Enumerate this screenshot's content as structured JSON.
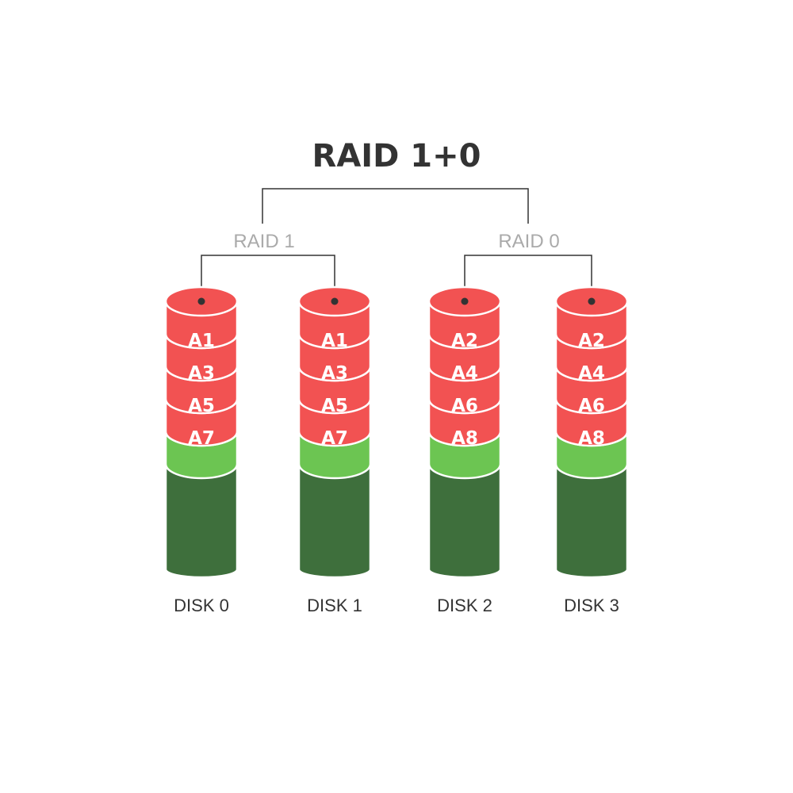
{
  "title": "RAID 1+0",
  "groups": [
    {
      "label": "RAID 1"
    },
    {
      "label": "RAID 0"
    }
  ],
  "disks": [
    {
      "label": "DISK 0",
      "blocks": [
        "A1",
        "A3",
        "A5"
      ],
      "tail_block": "A7"
    },
    {
      "label": "DISK 1",
      "blocks": [
        "A1",
        "A3",
        "A5"
      ],
      "tail_block": "A7"
    },
    {
      "label": "DISK 2",
      "blocks": [
        "A2",
        "A4",
        "A6"
      ],
      "tail_block": "A8"
    },
    {
      "label": "DISK 3",
      "blocks": [
        "A2",
        "A4",
        "A6"
      ],
      "tail_block": "A8"
    }
  ],
  "colors": {
    "title": "#333333",
    "group_label": "#aaaaaa",
    "connector": "#333333",
    "block_red": "#f25252",
    "block_green": "#6cc552",
    "disk_body": "#3e6f3c",
    "block_text": "#ffffff",
    "disk_label": "#333333"
  }
}
